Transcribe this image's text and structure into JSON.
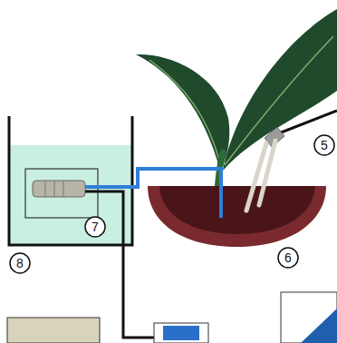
{
  "diagram": {
    "labels": [
      "5",
      "7",
      "8",
      "6"
    ]
  }
}
